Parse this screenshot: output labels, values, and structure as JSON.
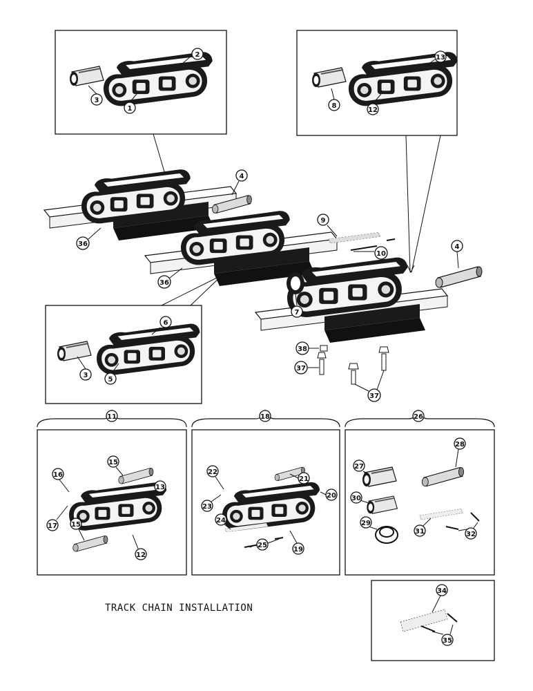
{
  "caption": "TRACK CHAIN INSTALLATION",
  "callouts": {
    "c1": "1",
    "c2": "2",
    "c3a": "3",
    "c3b": "3",
    "c4a": "4",
    "c4b": "4",
    "c5": "5",
    "c6": "6",
    "c7": "7",
    "c8": "8",
    "c9": "9",
    "c10": "10",
    "c11": "11",
    "c12a": "12",
    "c12b": "12",
    "c13a": "13",
    "c13b": "13",
    "c15a": "15",
    "c15b": "15",
    "c16": "16",
    "c17": "17",
    "c18": "18",
    "c19": "19",
    "c20": "20",
    "c21": "21",
    "c22": "22",
    "c23": "23",
    "c24": "24",
    "c25": "25",
    "c26": "26",
    "c27": "27",
    "c28": "28",
    "c29": "29",
    "c30": "30",
    "c31": "31",
    "c32": "32",
    "c34": "34",
    "c35": "35",
    "c36a": "36",
    "c36b": "36",
    "c37a": "37",
    "c37b": "37",
    "c38": "38"
  }
}
